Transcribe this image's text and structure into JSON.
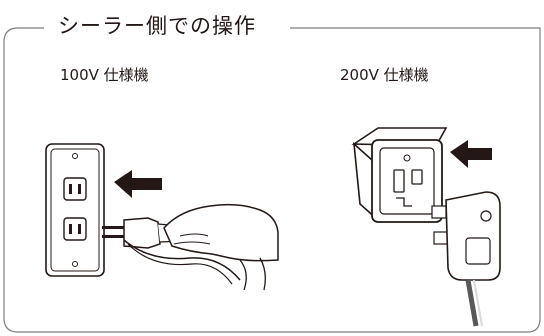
{
  "section": {
    "title": "シーラー側での操作"
  },
  "variants": [
    {
      "label": "100V 仕様機",
      "icon": "wall-outlet-plug-icon"
    },
    {
      "label": "200V 仕様機",
      "icon": "adapter-plug-icon"
    }
  ],
  "colors": {
    "frame": "#7f7f7f",
    "line": "#231815",
    "panel_gray": "#d9d9d9",
    "dark_gray": "#595757"
  }
}
